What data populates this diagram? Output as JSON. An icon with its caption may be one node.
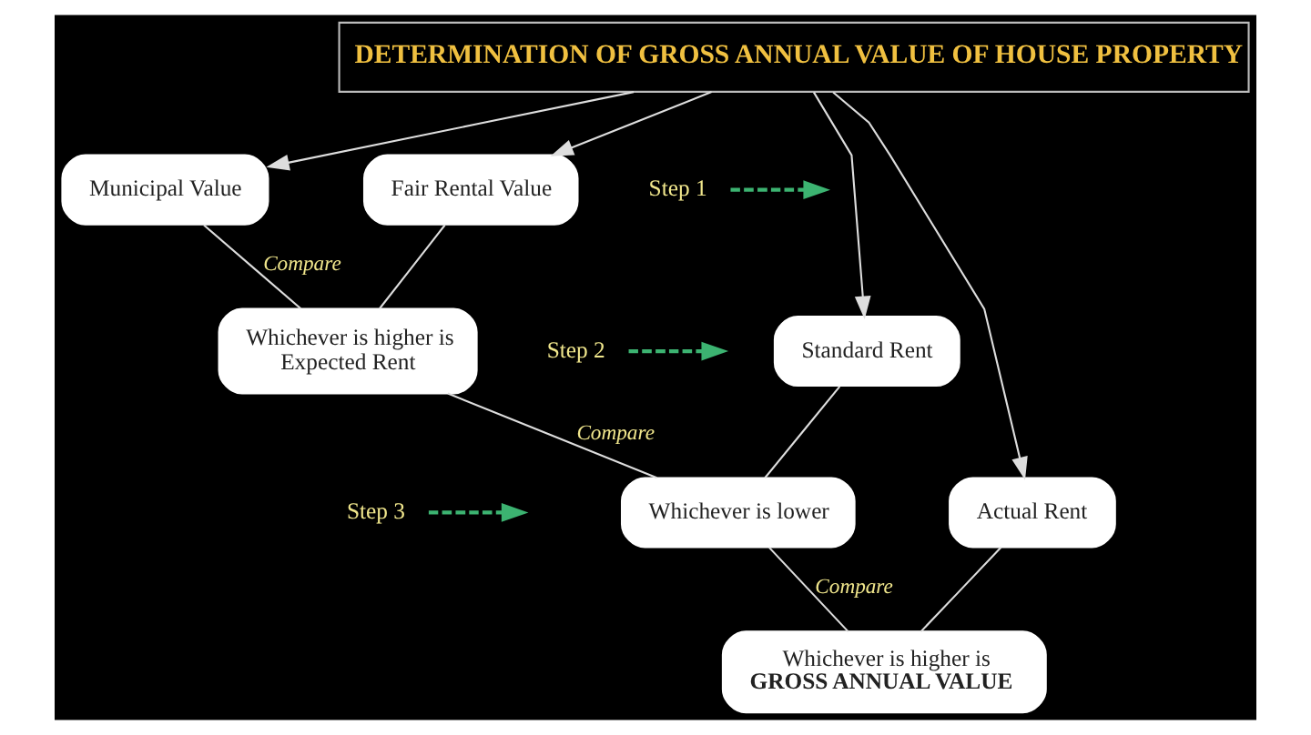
{
  "diagram": {
    "nodes": [
      {
        "text": [
          "DETERMINATION OF GROSS ANNUAL VALUE OF HOUSE PROPERTY"
        ]
      },
      {
        "text": [
          "Municipal Value"
        ]
      },
      {
        "text": [
          "Fair Rental Value"
        ]
      },
      {
        "text": [
          "Step 1"
        ]
      },
      {
        "text": [
          "Whichever is higher is Expected Rent"
        ]
      },
      {
        "text": [
          "Standard Rent"
        ]
      },
      {
        "text": [
          "Step 2"
        ]
      },
      {
        "text": [
          "Whichever is lower"
        ]
      },
      {
        "text": [
          "Actual Rent"
        ]
      },
      {
        "text": [
          "Step 3"
        ]
      },
      {
        "text": [
          "Whichever is higher is **GROSS ANNUAL VALUE**"
        ]
      }
    ],
    "edges": [
      {
        "from": 0,
        "to": 1,
        "arrow": "to"
      },
      {
        "from": 0,
        "to": 2,
        "arrow": "to"
      },
      {
        "from": 0,
        "to": 5,
        "arrow": "to"
      },
      {
        "from": 0,
        "to": 8,
        "arrow": "to"
      },
      {
        "from": 1,
        "to": 4,
        "arrow": "none",
        "label": "Compare"
      },
      {
        "from": 2,
        "to": 4,
        "arrow": "none"
      },
      {
        "from": 4,
        "to": 7,
        "arrow": "none",
        "label": "Compare"
      },
      {
        "from": 5,
        "to": 7,
        "arrow": "none"
      },
      {
        "from": 7,
        "to": 10,
        "arrow": "none",
        "label": "Compare"
      },
      {
        "from": 8,
        "to": 10,
        "arrow": "none"
      },
      {
        "from": 3,
        "to": null,
        "arrow": "to",
        "style": "dashed",
        "color": "#3cb371"
      },
      {
        "from": 6,
        "to": null,
        "arrow": "to",
        "style": "dashed",
        "color": "#3cb371"
      },
      {
        "from": 9,
        "to": null,
        "arrow": "to",
        "style": "dashed",
        "color": "#3cb371"
      }
    ]
  }
}
